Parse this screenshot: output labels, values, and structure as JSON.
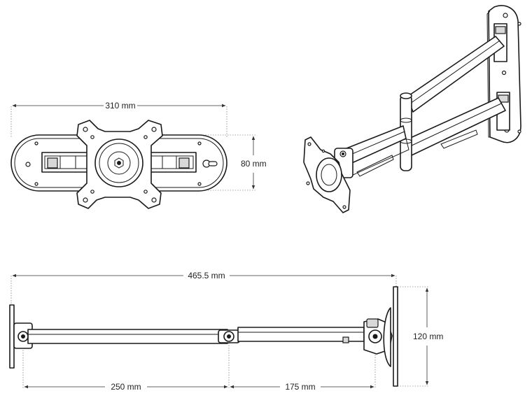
{
  "dimensions": {
    "plate_width": "310 mm",
    "plate_height": "80 mm",
    "total_extension": "465.5 mm",
    "arm_first_segment": "250 mm",
    "arm_second_segment": "175 mm",
    "vesa_plate_height": "120 mm"
  },
  "views": {
    "front_view_icon": "wall-plate-front-view",
    "perspective_view_icon": "swing-arm-perspective-view",
    "side_view_icon": "arm-side-view"
  }
}
